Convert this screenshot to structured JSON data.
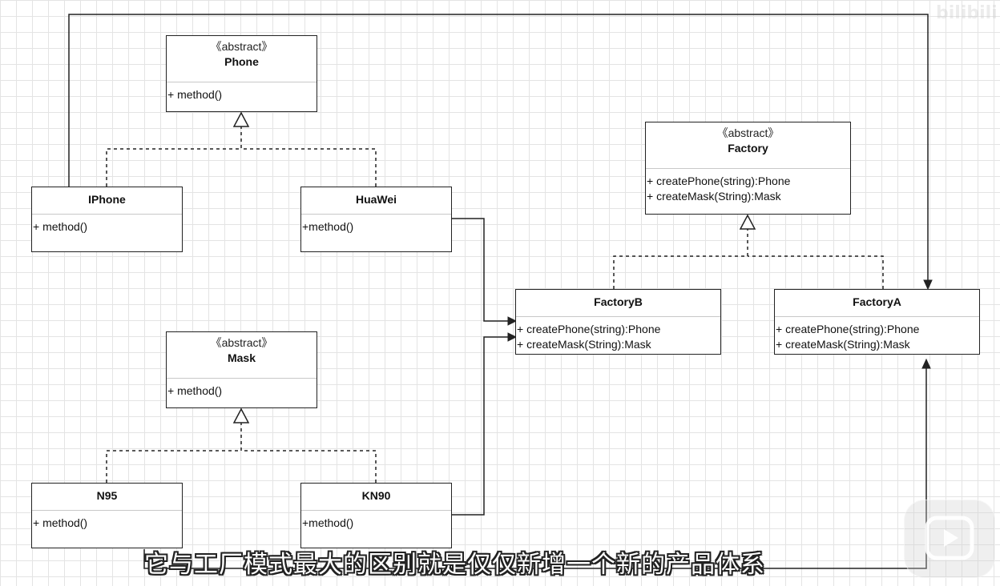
{
  "classes": {
    "phone": {
      "stereotype": "《abstract》",
      "name": "Phone",
      "ops": [
        "+ method()"
      ]
    },
    "iphone": {
      "name": "IPhone",
      "ops": [
        "+ method()"
      ]
    },
    "huawei": {
      "name": "HuaWei",
      "ops": [
        "+method()"
      ]
    },
    "mask": {
      "stereotype": "《abstract》",
      "name": "Mask",
      "ops": [
        "+ method()"
      ]
    },
    "n95": {
      "name": "N95",
      "ops": [
        "+ method()"
      ]
    },
    "kn90": {
      "name": "KN90",
      "ops": [
        "+method()"
      ]
    },
    "factory": {
      "stereotype": "《abstract》",
      "name": "Factory",
      "ops": [
        "+ createPhone(string):Phone",
        "+ createMask(String):Mask"
      ]
    },
    "factoryB": {
      "name": "FactoryB",
      "ops": [
        "+ createPhone(string):Phone",
        "+ createMask(String):Mask"
      ]
    },
    "factoryA": {
      "name": "FactoryA",
      "ops": [
        "+ createPhone(string):Phone",
        "+ createMask(String):Mask"
      ]
    }
  },
  "subtitle": "它与工厂模式最大的区别就是仅仅新增一个新的产品体系",
  "watermark": "bilibili",
  "colors": {
    "line": "#222222",
    "grid": "#e4e4e4"
  }
}
